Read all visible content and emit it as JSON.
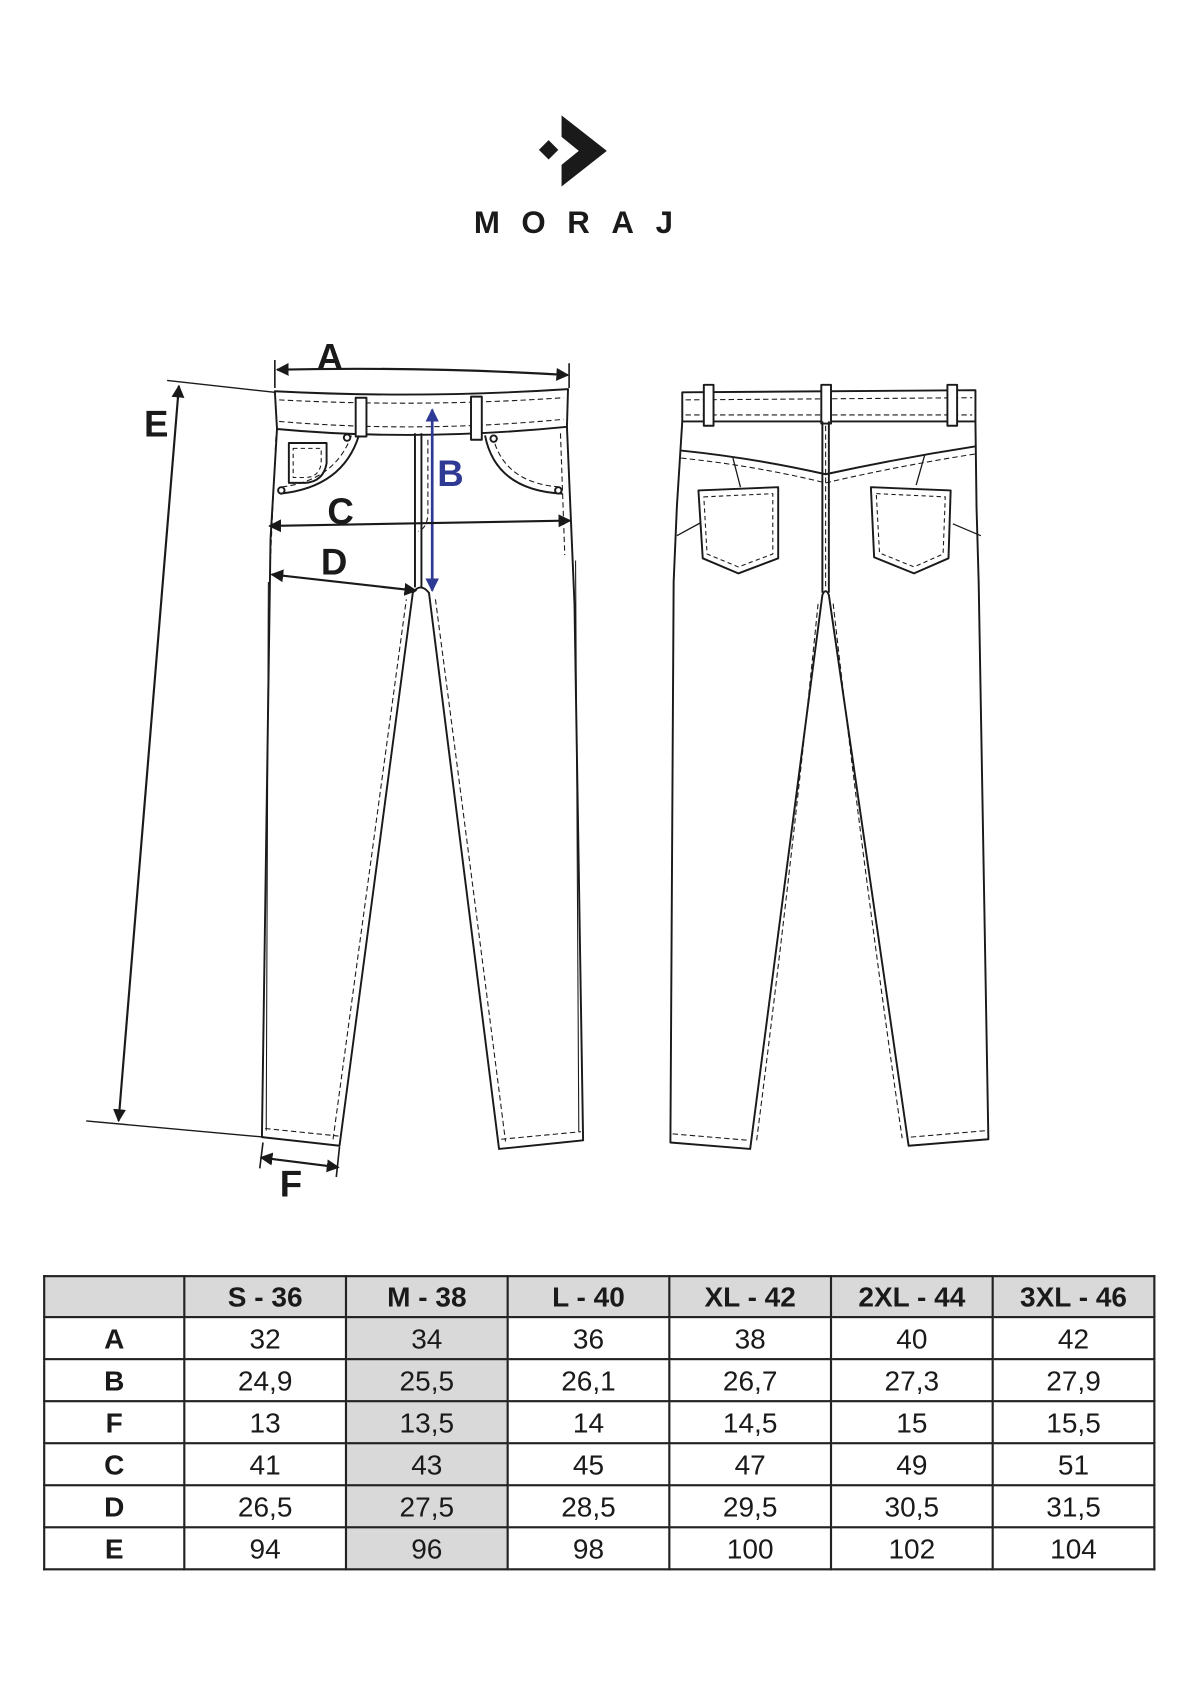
{
  "brand": {
    "name": "MORAJ",
    "icon": "chevron-diamond-logo-icon"
  },
  "diagram": {
    "labels": {
      "a": "A",
      "b": "B",
      "c": "C",
      "d": "D",
      "e": "E",
      "f": "F"
    }
  },
  "colors": {
    "line": "#1a1a1a",
    "measure_b": "#2e3a94",
    "header_bg": "#d9d9d9",
    "highlight_bg": "#d9d9d9",
    "table_border": "#222222"
  },
  "size_table": {
    "columns": [
      "S - 36",
      "M - 38",
      "L - 40",
      "XL - 42",
      "2XL - 44",
      "3XL - 46"
    ],
    "highlight_column": 1,
    "rows": [
      {
        "label": "A",
        "values": [
          "32",
          "34",
          "36",
          "38",
          "40",
          "42"
        ]
      },
      {
        "label": "B",
        "values": [
          "24,9",
          "25,5",
          "26,1",
          "26,7",
          "27,3",
          "27,9"
        ]
      },
      {
        "label": "F",
        "values": [
          "13",
          "13,5",
          "14",
          "14,5",
          "15",
          "15,5"
        ]
      },
      {
        "label": "C",
        "values": [
          "41",
          "43",
          "45",
          "47",
          "49",
          "51"
        ]
      },
      {
        "label": "D",
        "values": [
          "26,5",
          "27,5",
          "28,5",
          "29,5",
          "30,5",
          "31,5"
        ]
      },
      {
        "label": "E",
        "values": [
          "94",
          "96",
          "98",
          "100",
          "102",
          "104"
        ]
      }
    ]
  }
}
